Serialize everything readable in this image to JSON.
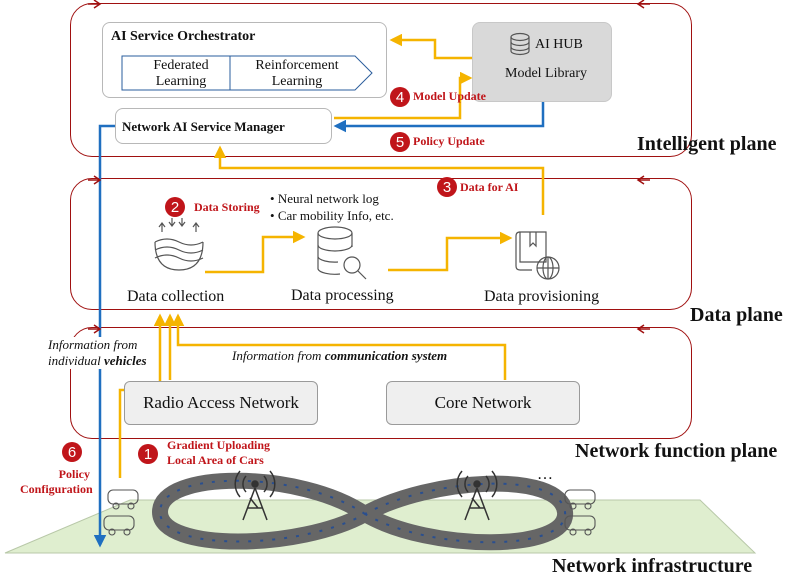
{
  "planes": {
    "intelligent": "Intelligent plane",
    "data": "Data plane",
    "network_function": "Network function plane",
    "infrastructure": "Network infrastructure"
  },
  "orchestrator": {
    "title": "AI Service Orchestrator",
    "federated": [
      "Federated",
      "Learning"
    ],
    "reinforcement": [
      "Reinforcement",
      "Learning"
    ]
  },
  "hub": {
    "title": "AI HUB",
    "library": "Model Library"
  },
  "manager": {
    "title": "Network AI Service Manager"
  },
  "steps": {
    "s1": {
      "num": "1",
      "line1": "Gradient Uploading",
      "line2": "Local Area of Cars"
    },
    "s2": {
      "num": "2",
      "label": "Data Storing"
    },
    "s3": {
      "num": "3",
      "label": "Data for AI"
    },
    "s4": {
      "num": "4",
      "label": "Model Update"
    },
    "s5": {
      "num": "5",
      "label": "Policy Update"
    },
    "s6": {
      "num": "6",
      "line1": "Policy",
      "line2": "Configuration"
    }
  },
  "storing_notes": [
    "Neural network log",
    "Car mobility Info, etc."
  ],
  "data_stages": {
    "collection": "Data collection",
    "processing": "Data processing",
    "provisioning": "Data provisioning"
  },
  "info_vehicles": {
    "line1": "Information from",
    "line2_prefix": "individual ",
    "line2_bold": "vehicles"
  },
  "info_comm": {
    "prefix": "Information from ",
    "bold": "communication system"
  },
  "network_functions": {
    "ran": "Radio Access Network",
    "core": "Core Network"
  },
  "ellipsis": "…",
  "colors": {
    "accent_red": "#c0151a",
    "arrow_yellow": "#f5b400",
    "arrow_blue": "#1f6fc0",
    "ground": "#dfeecf"
  }
}
